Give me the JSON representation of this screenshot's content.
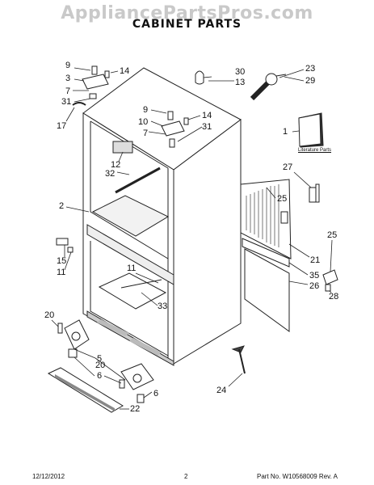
{
  "watermark": "AppliancePartsPros.com",
  "title": "CABINET PARTS",
  "callouts": {
    "c9a": "9",
    "c14a": "14",
    "c3": "3",
    "c7a": "7",
    "c31a": "31",
    "c17": "17",
    "c30": "30",
    "c13": "13",
    "c23": "23",
    "c29": "29",
    "c9b": "9",
    "c10": "10",
    "c14b": "14",
    "c7b": "7",
    "c31b": "31",
    "c12": "12",
    "c32": "32",
    "c1": "1",
    "c27": "27",
    "c25a": "25",
    "c2": "2",
    "c15": "15",
    "c11a": "11",
    "c11b": "11",
    "c33": "33",
    "c25b": "25",
    "c21": "21",
    "c35": "35",
    "c26": "26",
    "c28": "28",
    "c20a": "20",
    "c5": "5",
    "c20b": "20",
    "c6a": "6",
    "c6b": "6",
    "c22": "22",
    "c24": "24"
  },
  "literature_label": "Literature Parts",
  "footer": {
    "date": "12/12/2012",
    "page": "2",
    "part_no": "Part No. W10568009  Rev. A"
  }
}
